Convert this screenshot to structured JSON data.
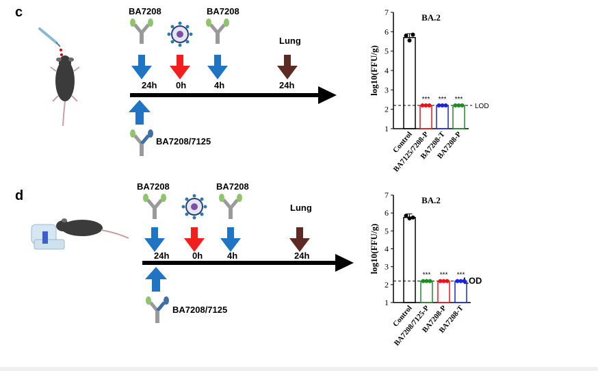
{
  "panels": [
    {
      "letter": "c",
      "antibody_top_1": "BA7208",
      "antibody_top_2": "BA7208",
      "antibody_bottom": "BA7208/7125",
      "harvest": "Lung",
      "timepoints": [
        "24h",
        "0h",
        "4h",
        "24h"
      ]
    },
    {
      "letter": "d",
      "antibody_top_1": "BA7208",
      "antibody_top_2": "BA7208",
      "antibody_bottom": "BA7208/7125",
      "harvest": "Lung",
      "timepoints": [
        "24h",
        "0h",
        "4h",
        "24h"
      ]
    }
  ],
  "colors": {
    "arrow_antibody": "#1f74c4",
    "arrow_virus": "#f21f1f",
    "arrow_lung": "#5c2a22",
    "timeline": "#000000",
    "mouse": "#3b3b3b",
    "ab_fab": "#8fc46a",
    "ab_fc": "#9a9a9a",
    "ab_fab_alt": "#3d6fa8"
  },
  "chart_data": [
    {
      "type": "bar",
      "title": "BA.2",
      "ylabel": "log10(FFU/g)",
      "ylim": [
        1,
        7
      ],
      "yticks": [
        "1",
        "2",
        "3",
        "4",
        "5",
        "6",
        "7"
      ],
      "lod": 2.2,
      "lod_label": "LOD",
      "categories": [
        "Control",
        "BA7125/7208-P",
        "BA7208-T",
        "BA7208-P"
      ],
      "values": [
        5.7,
        2.2,
        2.2,
        2.2
      ],
      "colors": [
        "#000000",
        "#e8141b",
        "#1a25d9",
        "#1f8c24"
      ],
      "points": [
        [
          5.8,
          5.55,
          5.85
        ],
        [
          2.2,
          2.2,
          2.2
        ],
        [
          2.2,
          2.2,
          2.2
        ],
        [
          2.2,
          2.2,
          2.2
        ]
      ],
      "significance": [
        "",
        "***",
        "***",
        "***"
      ]
    },
    {
      "type": "bar",
      "title": "BA.2",
      "ylabel": "log10(FFU/g)",
      "ylim": [
        1,
        7
      ],
      "yticks": [
        "1",
        "2",
        "3",
        "4",
        "5",
        "6",
        "7"
      ],
      "lod": 2.2,
      "lod_label": "LOD",
      "categories": [
        "Control",
        "BA7208/7125-P",
        "BA7208-P",
        "BA7208-T"
      ],
      "values": [
        5.75,
        2.2,
        2.2,
        2.2
      ],
      "colors": [
        "#000000",
        "#1f8c24",
        "#e8141b",
        "#1a25d9"
      ],
      "points": [
        [
          5.85,
          5.7,
          5.75
        ],
        [
          2.2,
          2.2,
          2.2
        ],
        [
          2.2,
          2.2,
          2.2
        ],
        [
          2.2,
          2.2,
          2.2
        ]
      ],
      "significance": [
        "",
        "***",
        "***",
        "***"
      ]
    }
  ]
}
